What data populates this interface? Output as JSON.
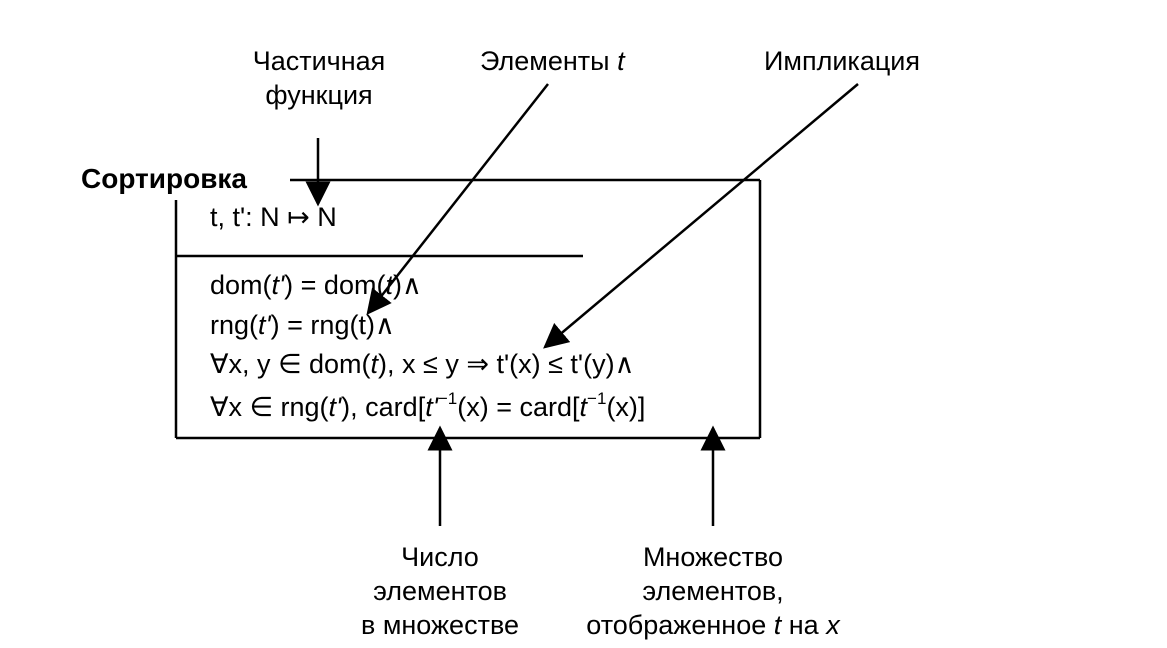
{
  "callouts": {
    "partial_function": [
      "Частичная",
      "функция"
    ],
    "elements_t": "Элементы",
    "elements_t_var": "t",
    "implication": "Импликация",
    "count_in_set": [
      "Число",
      "элементов",
      "в множестве"
    ],
    "set_mapped": [
      "Множество",
      "элементов,"
    ],
    "set_mapped_line3_a": "отображенное ",
    "set_mapped_line3_t": "t",
    "set_mapped_line3_b": " на ",
    "set_mapped_line3_x": "x"
  },
  "schema": {
    "title": "Сортировка",
    "declaration": "t, t': N ↦ N",
    "predicates": {
      "p1_a": "dom(",
      "p1_b": "t'",
      "p1_c": ") = dom(",
      "p1_d": "t",
      "p1_e": ")∧",
      "p2_a": "rng(",
      "p2_b": "t'",
      "p2_c": ") = rng(t)∧",
      "p3_a": "∀x, y ∈ dom(",
      "p3_b": "t",
      "p3_c": "), x ≤ y ⇒ t'(x) ≤ t'(y)∧",
      "p4_a": "∀x ∈ rng(",
      "p4_b": "t'",
      "p4_c": "), card[",
      "p4_d": "t'",
      "p4_sup1": "−1",
      "p4_e": "(x) = card[",
      "p4_f": "t",
      "p4_sup2": "−1",
      "p4_g": "(x)]"
    }
  }
}
